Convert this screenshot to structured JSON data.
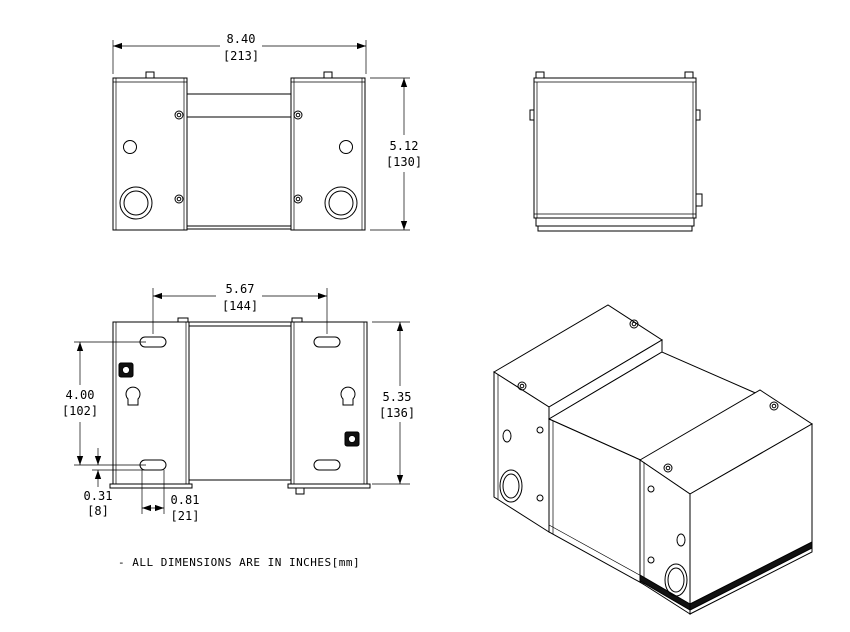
{
  "dimensions": {
    "top_width": {
      "in": "8.40",
      "mm": "[213]"
    },
    "top_height": {
      "in": "5.12",
      "mm": "[130]"
    },
    "slot_spacing": {
      "in": "5.67",
      "mm": "[144]"
    },
    "bottom_height": {
      "in": "5.35",
      "mm": "[136]"
    },
    "slot_vertical": {
      "in": "4.00",
      "mm": "[102]"
    },
    "slot_offset_v": {
      "in": "0.31",
      "mm": "[8]"
    },
    "slot_offset_h": {
      "in": "0.81",
      "mm": "[21]"
    }
  },
  "note": "- ALL DIMENSIONS ARE IN INCHES[mm]"
}
